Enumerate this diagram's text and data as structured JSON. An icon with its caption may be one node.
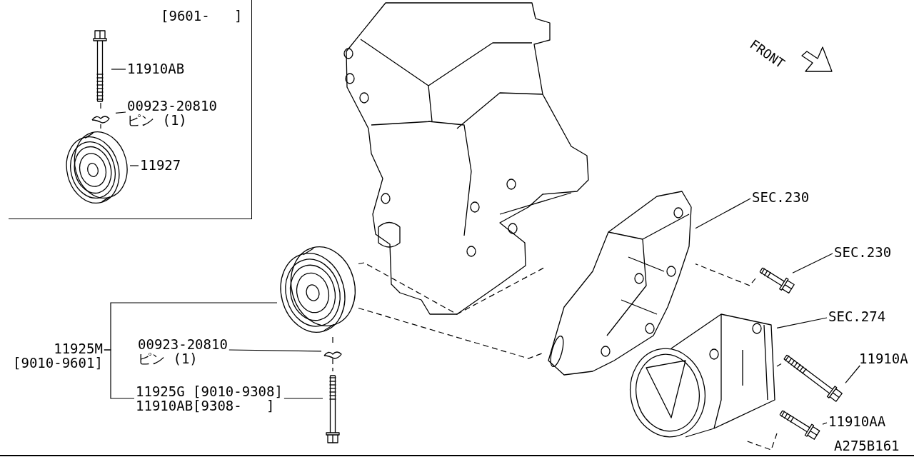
{
  "diagram": {
    "nodes": [
      {
        "text": [
          "[9601-   ]"
        ]
      },
      {
        "text": [
          "11910AB"
        ],
        "in": 0
      },
      {
        "text": [],
        "shape": "picture",
        "in": 0
      },
      {
        "text": [
          "00923-20810",
          "ピン (1)"
        ],
        "in": 0
      },
      {
        "text": [],
        "shape": "picture",
        "in": 0
      },
      {
        "text": [
          "11927"
        ],
        "in": 0
      },
      {
        "text": [],
        "shape": "picture",
        "in": 0
      },
      {
        "text": [
          "11925M",
          "[9010-9601]"
        ]
      },
      {
        "text": [],
        "shape": "picture"
      },
      {
        "text": [
          "00923-20810",
          "ピン (1)"
        ]
      },
      {
        "text": [],
        "shape": "picture"
      },
      {
        "text": [
          "11925G [9010-9308]",
          "11910AB[9308-   ]"
        ]
      },
      {
        "text": [],
        "shape": "picture"
      },
      {
        "text": [
          "SEC.230"
        ]
      },
      {
        "text": [],
        "shape": "picture"
      },
      {
        "text": [
          "SEC.230"
        ]
      },
      {
        "text": [],
        "shape": "picture"
      },
      {
        "text": [
          "SEC.274"
        ]
      },
      {
        "text": [],
        "shape": "picture"
      },
      {
        "text": [
          "11910A"
        ]
      },
      {
        "text": [],
        "shape": "picture"
      },
      {
        "text": [
          "11910AA"
        ]
      },
      {
        "text": [],
        "shape": "picture"
      }
    ],
    "edges": [
      {
        "from": 1,
        "to": 2,
        "arrow": "none"
      },
      {
        "from": 3,
        "to": 4,
        "arrow": "none"
      },
      {
        "from": 5,
        "to": 6,
        "arrow": "none"
      },
      {
        "from": 7,
        "to": 8,
        "arrow": "none"
      },
      {
        "from": 7,
        "to": 11,
        "arrow": "none"
      },
      {
        "from": 9,
        "to": 10,
        "arrow": "none"
      },
      {
        "from": 11,
        "to": 12,
        "arrow": "none"
      },
      {
        "from": 13,
        "to": 14,
        "arrow": "none"
      },
      {
        "from": 15,
        "to": 16,
        "arrow": "none"
      },
      {
        "from": 17,
        "to": 18,
        "arrow": "none"
      },
      {
        "from": 19,
        "to": 20,
        "arrow": "none"
      },
      {
        "from": 21,
        "to": 22,
        "arrow": "none"
      },
      {
        "from": 2,
        "to": 4,
        "arrow": "none",
        "style": "dashed"
      },
      {
        "from": 4,
        "to": 6,
        "arrow": "none",
        "style": "dashed"
      },
      {
        "from": 8,
        "to": 10,
        "arrow": "none",
        "style": "dashed"
      },
      {
        "from": 10,
        "to": 12,
        "arrow": "none",
        "style": "dashed"
      },
      {
        "from": 8,
        "to": 14,
        "arrow": "none",
        "style": "dashed"
      },
      {
        "from": 8,
        "to": 14,
        "arrow": "none",
        "style": "dashed"
      },
      {
        "from": 16,
        "to": 14,
        "arrow": "none",
        "style": "dashed"
      },
      {
        "from": 20,
        "to": 18,
        "arrow": "none",
        "style": "dashed"
      },
      {
        "from": 22,
        "to": 18,
        "arrow": "none",
        "style": "dashed"
      }
    ],
    "labels": [
      "FRONT",
      "A275B161"
    ]
  }
}
